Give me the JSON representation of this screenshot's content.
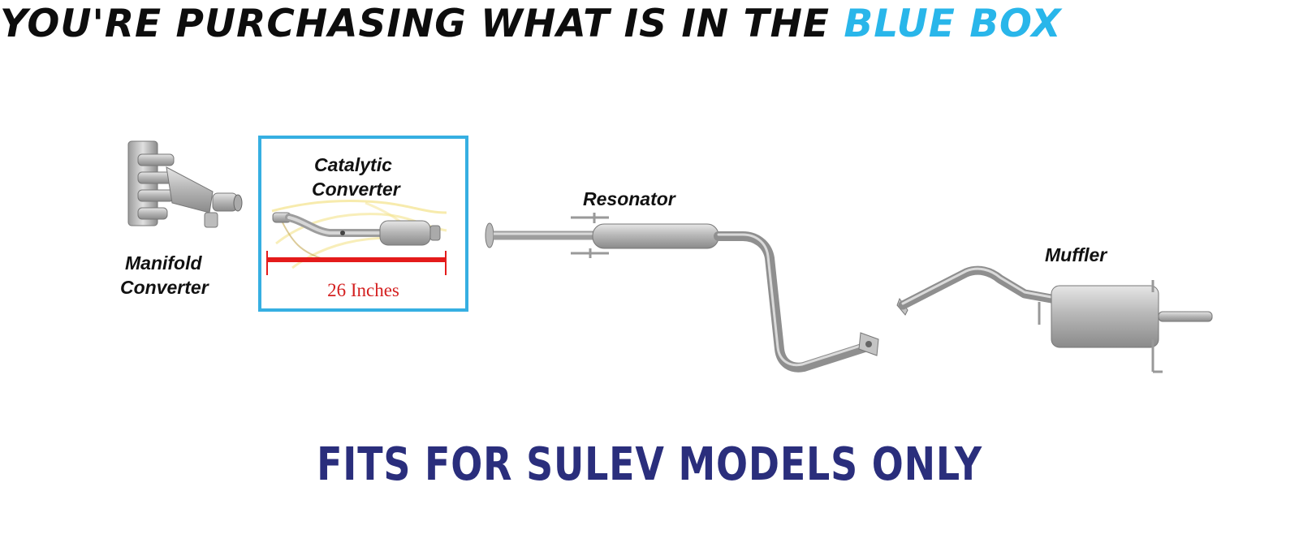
{
  "header": {
    "title_prefix": "YOU'RE PURCHASING WHAT IS IN THE",
    "title_accent": "BLUE BOX",
    "accent_color": "#29b6ea"
  },
  "parts": {
    "manifold": {
      "line1": "Manifold",
      "line2": "Converter"
    },
    "catalytic": {
      "line1": "Catalytic",
      "line2": "Converter"
    },
    "resonator": {
      "label": "Resonator"
    },
    "muffler": {
      "label": "Muffler"
    }
  },
  "measurement": {
    "label": "26 Inches",
    "color": "#e41b1b"
  },
  "blue_box_color": "#36afe2",
  "footer": {
    "text": "FITS FOR SULEV MODELS ONLY",
    "color": "#2a2e7c"
  }
}
